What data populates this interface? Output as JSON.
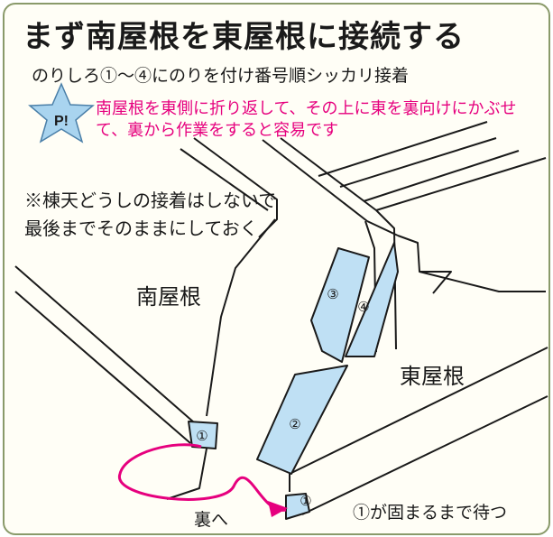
{
  "title": "まず南屋根を東屋根に接続する",
  "subtitle": "のりしろ①〜④にのりを付け番号順シッカリ接着",
  "tip": {
    "badge": "P!",
    "text": "南屋根を東側に折り返して、その上に東を裏向けにかぶせて、裏から作業をすると容易です"
  },
  "note": "※棟天どうしの接着はしないで最後までそのままにしておく",
  "labels": {
    "south_roof": "南屋根",
    "east_roof": "東屋根",
    "back": "裏へ",
    "wait": "①が固まるまで待つ"
  },
  "tabs": {
    "t1a": "①",
    "t1b": "①",
    "t2": "②",
    "t3": "③",
    "t4": "④"
  },
  "colors": {
    "tab_fill": "#bfe0f4",
    "accent_magenta": "#e6007e",
    "star_fill": "#a9d4ef",
    "frame_border": "#8a9a6a"
  }
}
